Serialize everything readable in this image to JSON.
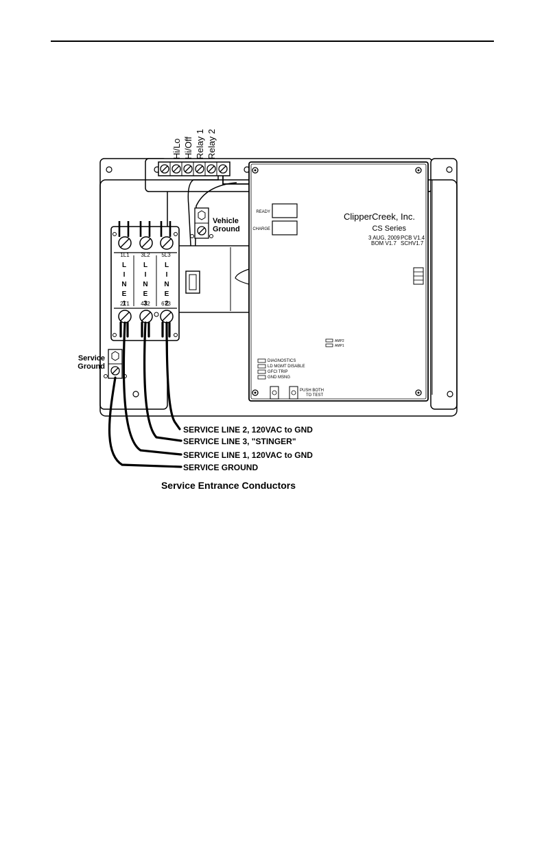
{
  "terminal_labels": [
    "Hi/Lo",
    "Hi/Off",
    "Relay 1",
    "Relay 2"
  ],
  "board": {
    "brand": "ClipperCreek, Inc.",
    "series": "CS Series",
    "date": "3 AUG, 2009",
    "pcb": "PCB V1.4",
    "bom": "BOM V1.7",
    "schv": "SCHV1.7",
    "ready": "READY",
    "charge": "CHARGE",
    "amp_labels": [
      "AMP2",
      "AMP1"
    ],
    "status_leds": [
      "DIAGNOSTICS",
      "LD MGMT DISABLE",
      "GFCI TRIP",
      "GND MSNG"
    ],
    "push_test_line1": "PUSH BOTH",
    "push_test_line2": "TO TEST"
  },
  "vehicle_ground": {
    "line1": "Vehicle",
    "line2": "Ground"
  },
  "service_ground": {
    "line1": "Service",
    "line2": "Ground"
  },
  "contactor": {
    "top_terminals": [
      "1L1",
      "3L2",
      "5L3"
    ],
    "bottom_terminals": [
      "2T1",
      "4T2",
      "6T3"
    ],
    "columns": [
      {
        "letters": [
          "L",
          "I",
          "N",
          "E"
        ],
        "number": "1"
      },
      {
        "letters": [
          "L",
          "I",
          "N",
          "E"
        ],
        "number": "3"
      },
      {
        "letters": [
          "L",
          "I",
          "N",
          "E"
        ],
        "number": "2"
      }
    ]
  },
  "wire_labels": [
    "SERVICE LINE 2, 120VAC to GND",
    "SERVICE LINE 3, \"STINGER\"",
    "SERVICE LINE 1, 120VAC to GND",
    "SERVICE GROUND"
  ],
  "caption": "Service Entrance Conductors"
}
